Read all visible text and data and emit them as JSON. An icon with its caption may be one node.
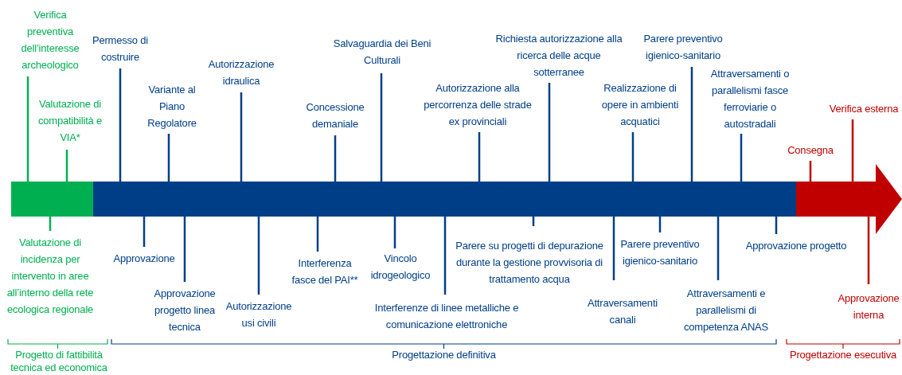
{
  "diagram": {
    "nodes": [
      {
        "text": [],
        "shape": "bar"
      },
      {
        "text": [],
        "shape": "bar"
      },
      {
        "text": [],
        "shape": "arrow"
      },
      {
        "text": [
          "Verifica preventiva dell’interesse archeologico"
        ]
      },
      {
        "text": [
          "Valutazione di compatibilità e VIA*"
        ]
      },
      {
        "text": [
          "Permesso di costruire"
        ]
      },
      {
        "text": [
          "Variante al Piano Regolatore"
        ]
      },
      {
        "text": [
          "Autorizzazione idraulica"
        ]
      },
      {
        "text": [
          "Concessione demaniale"
        ]
      },
      {
        "text": [
          "Salvaguardia dei Beni Culturali"
        ]
      },
      {
        "text": [
          "Autorizzazione alla percorrenza delle strade ex provinciali"
        ]
      },
      {
        "text": [
          "Richiesta autorizzazione alla ricerca delle acque sotterranee"
        ]
      },
      {
        "text": [
          "Realizzazione di opere in ambienti acquatici"
        ]
      },
      {
        "text": [
          "Parere preventivo igienico-sanitario"
        ]
      },
      {
        "text": [
          "Attraversamenti o parallelismi fasce ferroviarie o autostradali"
        ]
      },
      {
        "text": [
          "Consegna"
        ]
      },
      {
        "text": [
          "Verifica esterna"
        ]
      },
      {
        "text": [
          "Valutazione di incidenza per intervento in aree all’interno della rete ecologica regionale"
        ]
      },
      {
        "text": [
          "Approvazione"
        ]
      },
      {
        "text": [
          "Approvazione progetto linea tecnica"
        ]
      },
      {
        "text": [
          "Autorizzazione usi civili"
        ]
      },
      {
        "text": [
          "Interferenza fasce del PAI**"
        ]
      },
      {
        "text": [
          "Vincolo idrogeologico"
        ]
      },
      {
        "text": [
          "Interferenze di linee metalliche e comunicazione elettroniche"
        ]
      },
      {
        "text": [
          "Parere su progetti di depurazione durante la gestione provvisoria di trattamento acqua"
        ]
      },
      {
        "text": [
          "Attraversamenti canali"
        ]
      },
      {
        "text": [
          "Parere preventivo igienico-sanitario"
        ]
      },
      {
        "text": [
          "Attraversamenti e parallelismi di competenza ANAS"
        ]
      },
      {
        "text": [
          "Approvazione progetto"
        ]
      },
      {
        "text": [
          "Approvazione interna"
        ]
      }
    ],
    "edges": [
      {
        "from": 3,
        "to": 0,
        "arrow": "none",
        "color": "#00b050"
      },
      {
        "from": 4,
        "to": 0,
        "arrow": "none",
        "color": "#00b050"
      },
      {
        "from": 5,
        "to": 1,
        "arrow": "none"
      },
      {
        "from": 6,
        "to": 1,
        "arrow": "none"
      },
      {
        "from": 7,
        "to": 1,
        "arrow": "none"
      },
      {
        "from": 8,
        "to": 1,
        "arrow": "none"
      },
      {
        "from": 9,
        "to": 1,
        "arrow": "none"
      },
      {
        "from": 10,
        "to": 1,
        "arrow": "none"
      },
      {
        "from": 11,
        "to": 1,
        "arrow": "none"
      },
      {
        "from": 12,
        "to": 1,
        "arrow": "none"
      },
      {
        "from": 13,
        "to": 1,
        "arrow": "none"
      },
      {
        "from": 14,
        "to": 1,
        "arrow": "none"
      },
      {
        "from": 15,
        "to": 2,
        "arrow": "none",
        "color": "#c00000"
      },
      {
        "from": 16,
        "to": 2,
        "arrow": "none",
        "color": "#c00000"
      },
      {
        "from": 17,
        "to": 0,
        "arrow": "none",
        "color": "#00b050"
      },
      {
        "from": 18,
        "to": 1,
        "arrow": "none"
      },
      {
        "from": 19,
        "to": 1,
        "arrow": "none"
      },
      {
        "from": 20,
        "to": 1,
        "arrow": "none"
      },
      {
        "from": 21,
        "to": 1,
        "arrow": "none"
      },
      {
        "from": 22,
        "to": 1,
        "arrow": "none"
      },
      {
        "from": 23,
        "to": 1,
        "arrow": "none"
      },
      {
        "from": 24,
        "to": 1,
        "arrow": "none"
      },
      {
        "from": 25,
        "to": 1,
        "arrow": "none"
      },
      {
        "from": 26,
        "to": 1,
        "arrow": "none"
      },
      {
        "from": 27,
        "to": 1,
        "arrow": "none"
      },
      {
        "from": 28,
        "to": 1,
        "arrow": "none"
      },
      {
        "from": 29,
        "to": 2,
        "arrow": "none",
        "color": "#c00000"
      }
    ],
    "labels": [
      "Progetto di fattibilità tecnica ed economica",
      "Progettazione definitiva",
      "Progettazione esecutiva"
    ]
  }
}
